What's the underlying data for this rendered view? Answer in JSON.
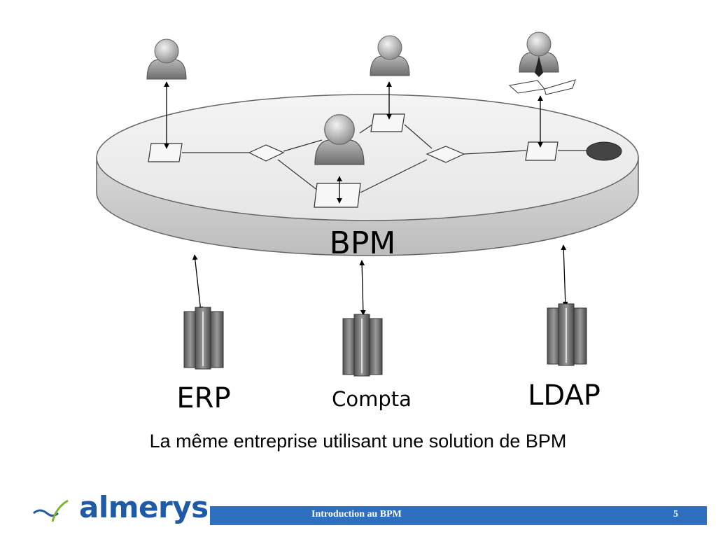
{
  "diagram": {
    "platform_label": "BPM",
    "systems": [
      {
        "label": "ERP"
      },
      {
        "label": "Compta"
      },
      {
        "label": "LDAP"
      }
    ]
  },
  "caption": "La même entreprise utilisant une solution de BPM",
  "footer": {
    "logo_text": "almerys",
    "title": "Introduction au BPM",
    "page_number": "5"
  },
  "colors": {
    "footer_bar": "#2f6fbf",
    "logo_blue": "#1f5aa6",
    "logo_green": "#7db32f",
    "end_event": "#444444"
  },
  "icons": [
    "user-icon",
    "reader-user-icon",
    "server-icon",
    "end-event-icon"
  ]
}
